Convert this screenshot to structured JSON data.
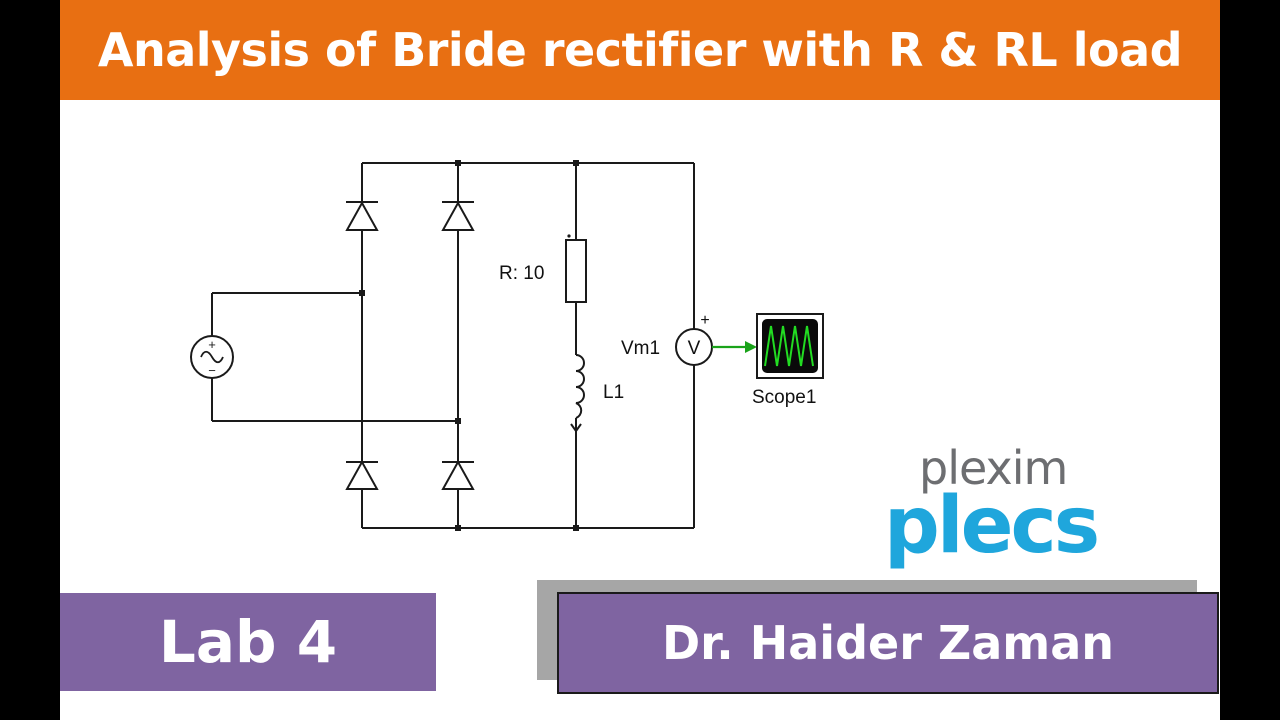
{
  "title": "Analysis of Bride rectifier with R & RL load",
  "lab_label": "Lab 4",
  "author": "Dr. Haider Zaman",
  "circuit": {
    "resistor_label": "R: 10",
    "inductor_label": "L1",
    "voltmeter_label": "Vm1",
    "voltmeter_symbol": "V",
    "voltmeter_polarity": "+",
    "scope_label": "Scope1",
    "source_plus": "+",
    "source_minus": "−"
  },
  "logo": {
    "brand": "plexim",
    "product": "plecs"
  },
  "colors": {
    "title_bar": "#e86f12",
    "label_box": "#7f64a1",
    "shadow": "#a6a6a6",
    "signal_wire": "#1aa31a",
    "scope_trace": "#22dd22",
    "logo_grey": "#6d6e71",
    "logo_blue": "#1fa6dc"
  }
}
